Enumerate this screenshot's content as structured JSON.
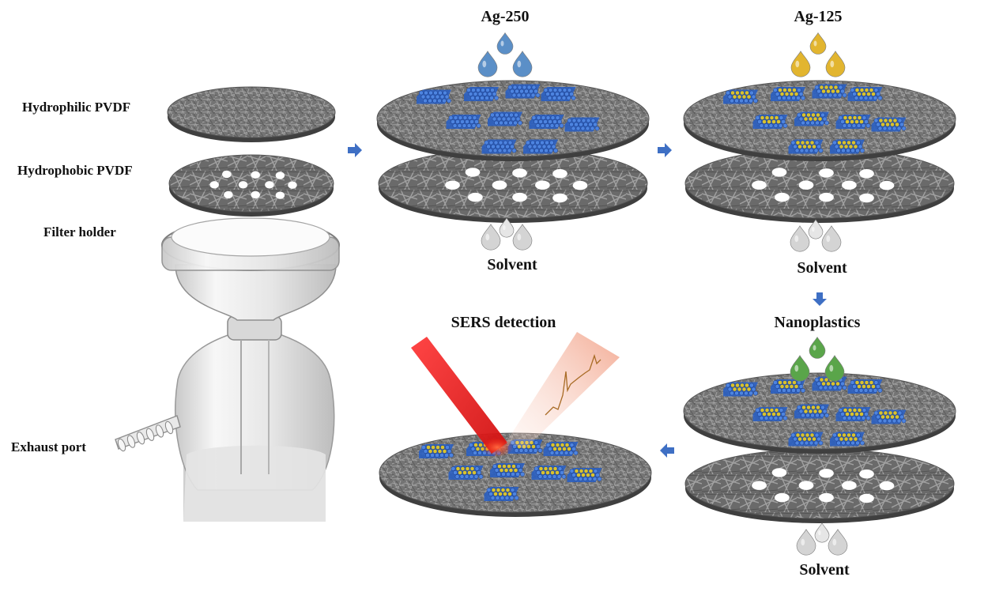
{
  "labels": {
    "hydrophilic": "Hydrophilic PVDF",
    "hydrophobic": "Hydrophobic PVDF",
    "filter_holder": "Filter holder",
    "exhaust_port": "Exhaust port",
    "ag250": "Ag-250",
    "ag125": "Ag-125",
    "solvent": "Solvent",
    "nanoplastics": "Nanoplastics",
    "sers": "SERS detection"
  },
  "colors": {
    "ag250_drop": "#5b8fc7",
    "ag125_drop": "#e2b52f",
    "nanoplastics_drop": "#5aa54a",
    "solvent_drop": "#d4d4d4",
    "arrow": "#3e6fc4",
    "particle_blue": "#2a5fc2",
    "particle_yellow": "#d9c22e",
    "laser": "#e02020",
    "membrane": "#6f6f6f"
  },
  "icons": [
    "right-arrow-icon",
    "down-arrow-icon",
    "left-arrow-icon",
    "droplet-icon",
    "laser-beam-icon",
    "raman-spectrum-icon"
  ]
}
